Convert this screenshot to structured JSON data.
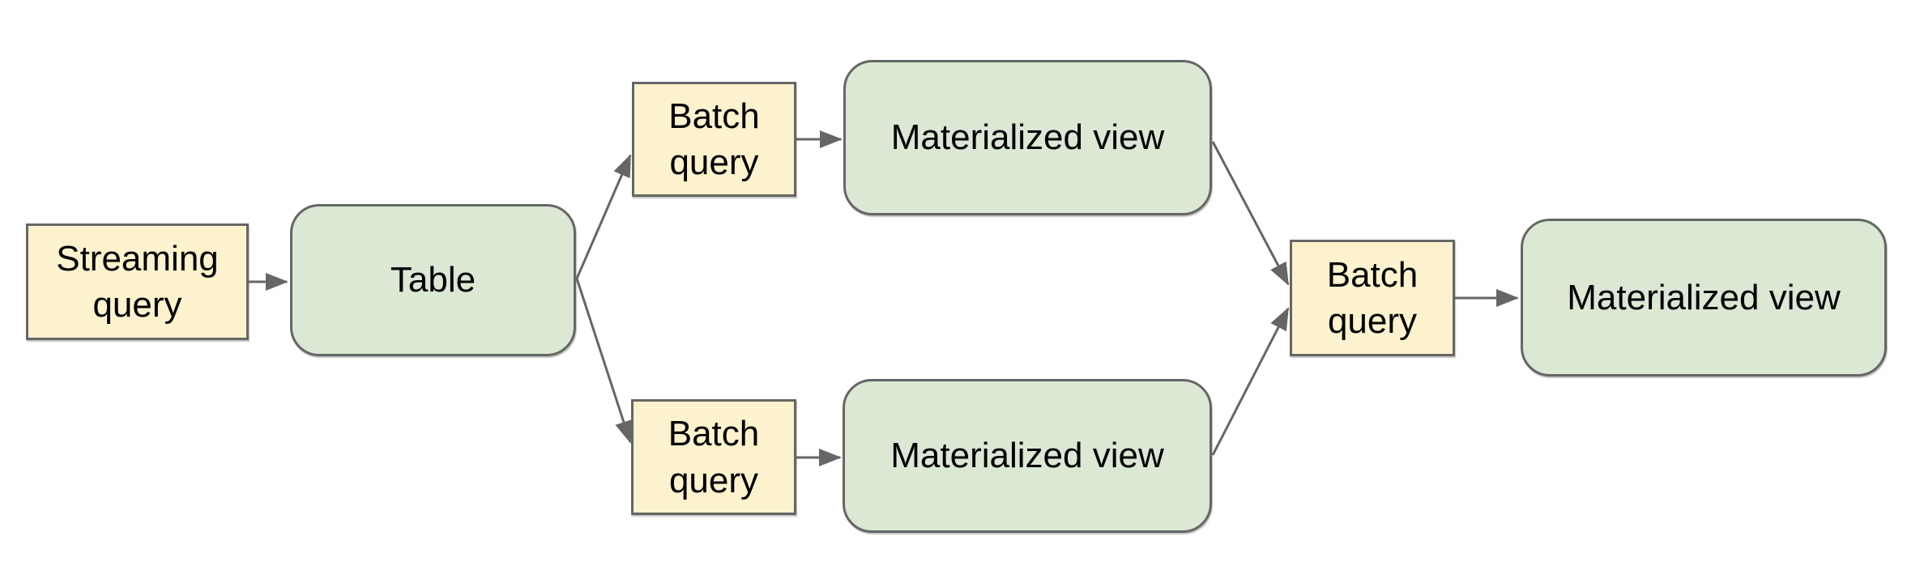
{
  "diagram": {
    "background": "#ffffff",
    "colors": {
      "query_fill": "#fcf2cd",
      "entity_fill": "#dae8d4",
      "border": "#666666",
      "connector": "#666666",
      "text": "#000000"
    },
    "nodes": [
      {
        "id": "streaming-query",
        "label": "Streaming query",
        "type": "query"
      },
      {
        "id": "table",
        "label": "Table",
        "type": "entity"
      },
      {
        "id": "batch-query-top",
        "label": "Batch query",
        "type": "query"
      },
      {
        "id": "materialized-view-top",
        "label": "Materialized view",
        "type": "entity"
      },
      {
        "id": "batch-query-bottom",
        "label": "Batch query",
        "type": "query"
      },
      {
        "id": "materialized-view-bottom",
        "label": "Materialized view",
        "type": "entity"
      },
      {
        "id": "batch-query-final",
        "label": "Batch query",
        "type": "query"
      },
      {
        "id": "materialized-view-final",
        "label": "Materialized view",
        "type": "entity"
      }
    ],
    "edges": [
      {
        "from": "streaming-query",
        "to": "table"
      },
      {
        "from": "table",
        "to": "batch-query-top"
      },
      {
        "from": "table",
        "to": "batch-query-bottom"
      },
      {
        "from": "batch-query-top",
        "to": "materialized-view-top"
      },
      {
        "from": "batch-query-bottom",
        "to": "materialized-view-bottom"
      },
      {
        "from": "materialized-view-top",
        "to": "batch-query-final"
      },
      {
        "from": "materialized-view-bottom",
        "to": "batch-query-final"
      },
      {
        "from": "batch-query-final",
        "to": "materialized-view-final"
      }
    ]
  }
}
